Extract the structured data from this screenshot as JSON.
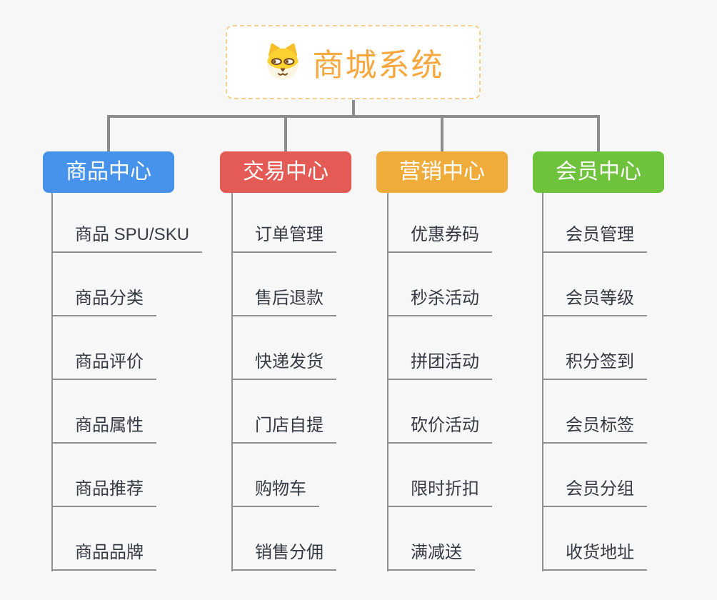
{
  "root": {
    "title": "商城系统",
    "icon": "dog-face-icon",
    "accent_color": "#f6a73d",
    "border_color": "#f5ce92"
  },
  "branches": [
    {
      "label": "商品中心",
      "color": "#4793ec",
      "items": [
        "商品 SPU/SKU",
        "商品分类",
        "商品评价",
        "商品属性",
        "商品推荐",
        "商品品牌"
      ]
    },
    {
      "label": "交易中心",
      "color": "#e45a55",
      "items": [
        "订单管理",
        "售后退款",
        "快递发货",
        "门店自提",
        "购物车",
        "销售分佣"
      ]
    },
    {
      "label": "营销中心",
      "color": "#efac3b",
      "items": [
        "优惠券码",
        "秒杀活动",
        "拼团活动",
        "砍价活动",
        "限时折扣",
        "满减送"
      ]
    },
    {
      "label": "会员中心",
      "color": "#6ec23c",
      "items": [
        "会员管理",
        "会员等级",
        "积分签到",
        "会员标签",
        "会员分组",
        "收货地址"
      ]
    }
  ],
  "connector_color": "#8c8c8c",
  "background_color": "#f7f7f7"
}
